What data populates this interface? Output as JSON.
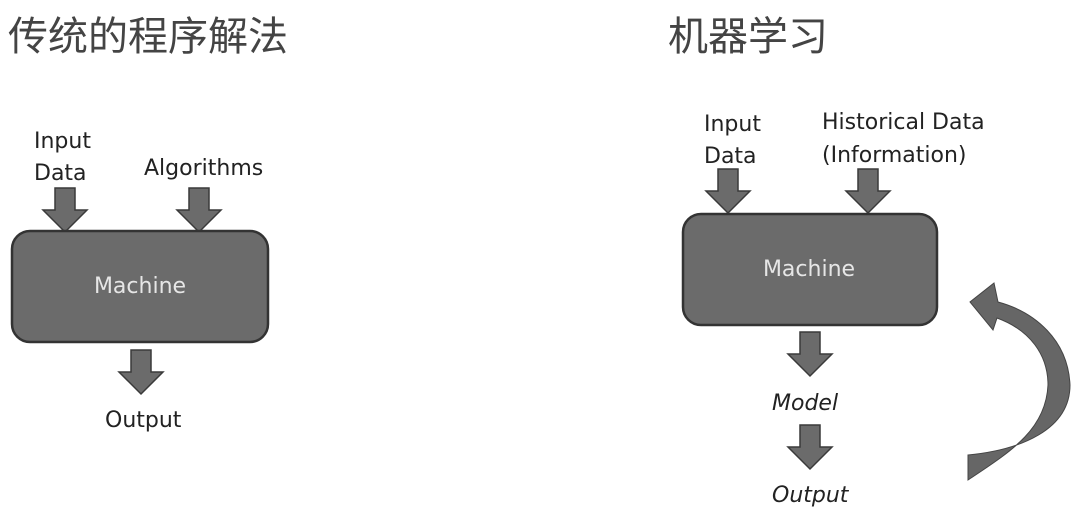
{
  "left": {
    "title": "传统的程序解法",
    "input_label_1": "Input",
    "input_label_2": "Data",
    "algorithms_label": "Algorithms",
    "machine_label": "Machine",
    "output_label": "Output"
  },
  "right": {
    "title": "机器学习",
    "input_label_1": "Input",
    "input_label_2": "Data",
    "historical_label_1": "Historical Data",
    "historical_label_2": "(Information)",
    "machine_label": "Machine",
    "model_label": "Model",
    "output_label": "Output"
  },
  "colors": {
    "box": "#6b6b6b",
    "border": "#333333"
  }
}
